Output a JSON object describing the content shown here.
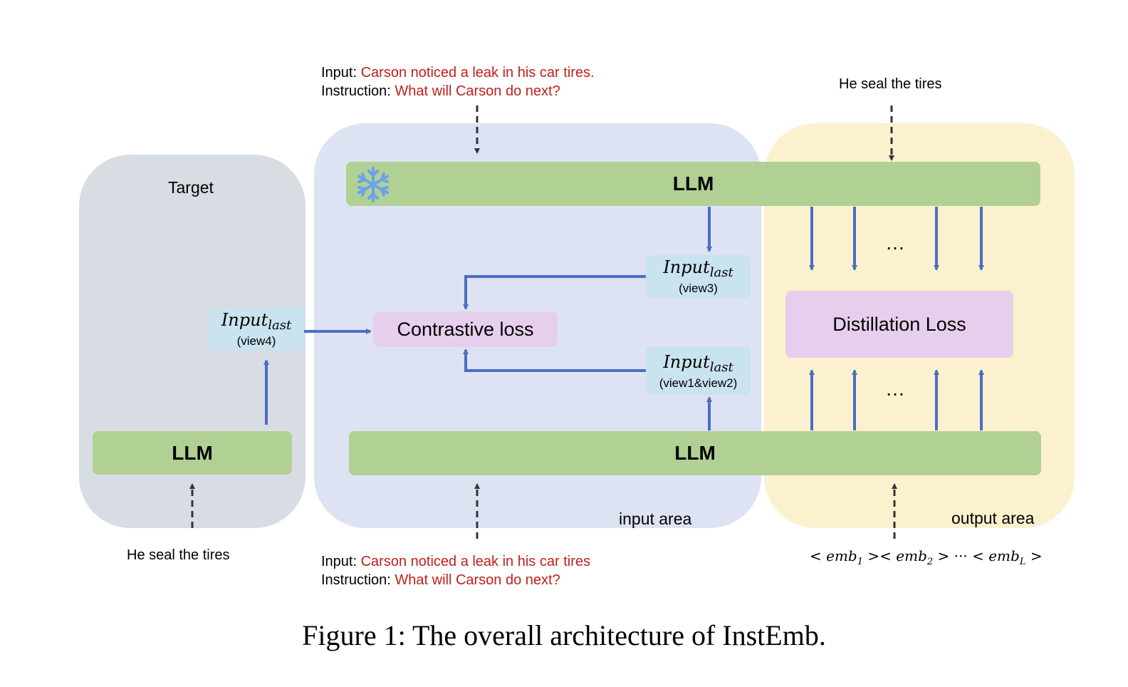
{
  "target_panel": {
    "title": "Target",
    "llm_label": "LLM",
    "token_main": "Input",
    "token_sub": "last",
    "token_view": "(view4)",
    "input_text": "He seal the tires"
  },
  "input_area": {
    "label": "input area",
    "llm_top": "LLM",
    "llm_bottom": "LLM",
    "snowflake_icon": "snowflake-icon",
    "token_top": {
      "main": "Input",
      "sub": "last",
      "view": "(view3)"
    },
    "token_bottom": {
      "main": "Input",
      "sub": "last",
      "view": "(view1&view2)"
    },
    "contrastive_loss": "Contrastive loss",
    "top_input": {
      "input_prefix": "Input: ",
      "input_value": "Carson noticed a leak in his car tires.",
      "instruction_prefix": "Instruction: ",
      "instruction_value": "What will Carson do next?"
    },
    "bottom_input": {
      "input_prefix": "Input: ",
      "input_value": "Carson noticed a leak in his car tires",
      "instruction_prefix": "Instruction: ",
      "instruction_value": "What will Carson do next?"
    }
  },
  "output_area": {
    "label": "output area",
    "top_text": "He seal the tires",
    "distillation_loss": "Distillation Loss",
    "ellipsis_top": "…",
    "ellipsis_bottom": "…",
    "emb_sequence": {
      "lt": "<",
      "gt": ">",
      "emb": "emb",
      "s1": "1",
      "s2": "2",
      "sL": "L",
      "dots": "···"
    }
  },
  "caption": "Figure 1: The overall architecture of InstEmb.",
  "colors": {
    "target_bg": "#d8dce3",
    "input_bg": "#dde3f2",
    "output_bg": "#fcf1cf",
    "llm": "#b1d094",
    "token": "#c9e3ef",
    "loss": "#e6cfec",
    "arrow": "#4a6fc3",
    "red_text": "#c0201c"
  }
}
